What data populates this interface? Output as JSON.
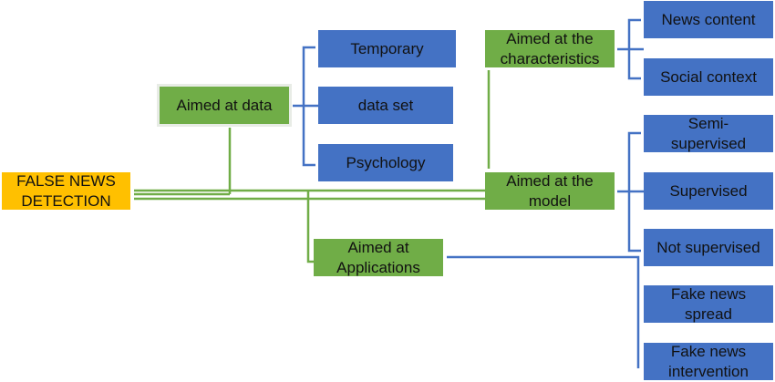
{
  "root": {
    "label": "FALSE NEWS DETECTION"
  },
  "categories": {
    "data": {
      "label": "Aimed at data",
      "children": [
        "Temporary",
        "data set",
        "Psychology"
      ]
    },
    "characteristics": {
      "label": "Aimed at the characteristics",
      "children": [
        "News content",
        "Social context"
      ]
    },
    "model": {
      "label": "Aimed at the model",
      "children": [
        "Semi-supervised",
        "Supervised",
        "Not supervised"
      ]
    },
    "applications": {
      "label": "Aimed at Applications",
      "children": [
        "Fake news spread",
        "Fake news intervention"
      ]
    }
  },
  "colors": {
    "root": "#FFC000",
    "category": "#70AD47",
    "leaf": "#4472C4"
  }
}
